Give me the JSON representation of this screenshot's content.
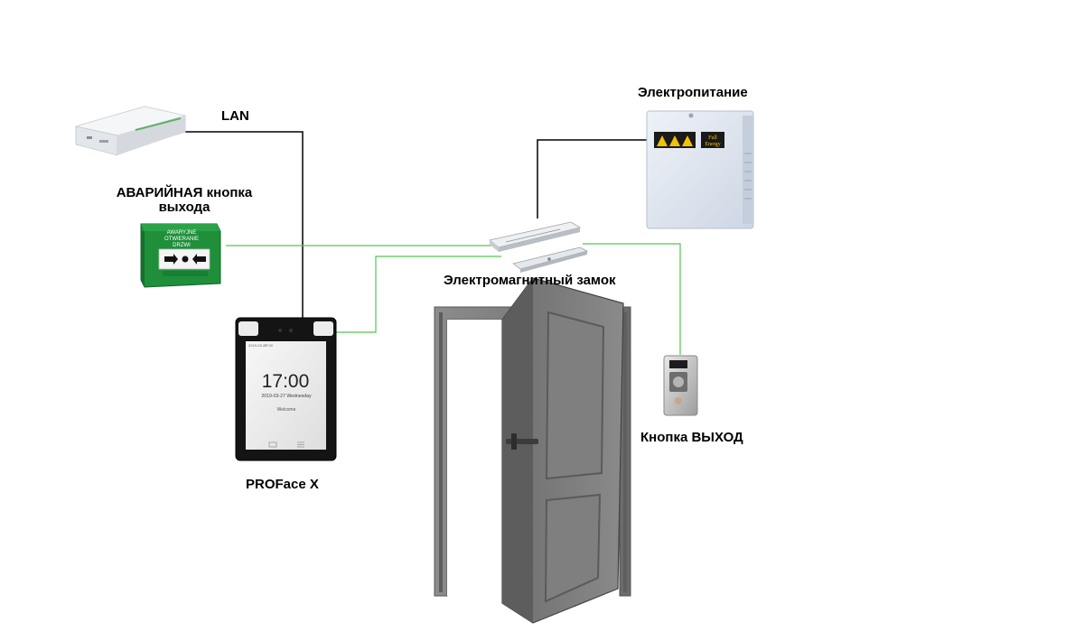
{
  "labels": {
    "lan": "LAN",
    "power": "Электропитание",
    "emergency_line1": "АВАРИЙНАЯ кнопка",
    "emergency_line2": "выхода",
    "lock": "Электромагнитный замок",
    "reader": "PROFace X",
    "exit_button": "Кнопка ВЫХОД"
  },
  "device_screen": {
    "time": "17:00",
    "date": "2019-03-27 Wednesday",
    "greeting": "Welcome",
    "status_date": "2019-03-27",
    "status_time": "17:00"
  },
  "emergency_button": {
    "line1": "AWARYJNE",
    "line2": "OTWIERANIE",
    "line3": "DRZWI"
  },
  "power_supply": {
    "brand_line1": "Full",
    "brand_line2": "Energy"
  },
  "colors": {
    "wire_black": "#000000",
    "wire_green": "#4fc84f",
    "door_gray": "#7a7a7a",
    "emergency_green": "#1f8f3a"
  }
}
